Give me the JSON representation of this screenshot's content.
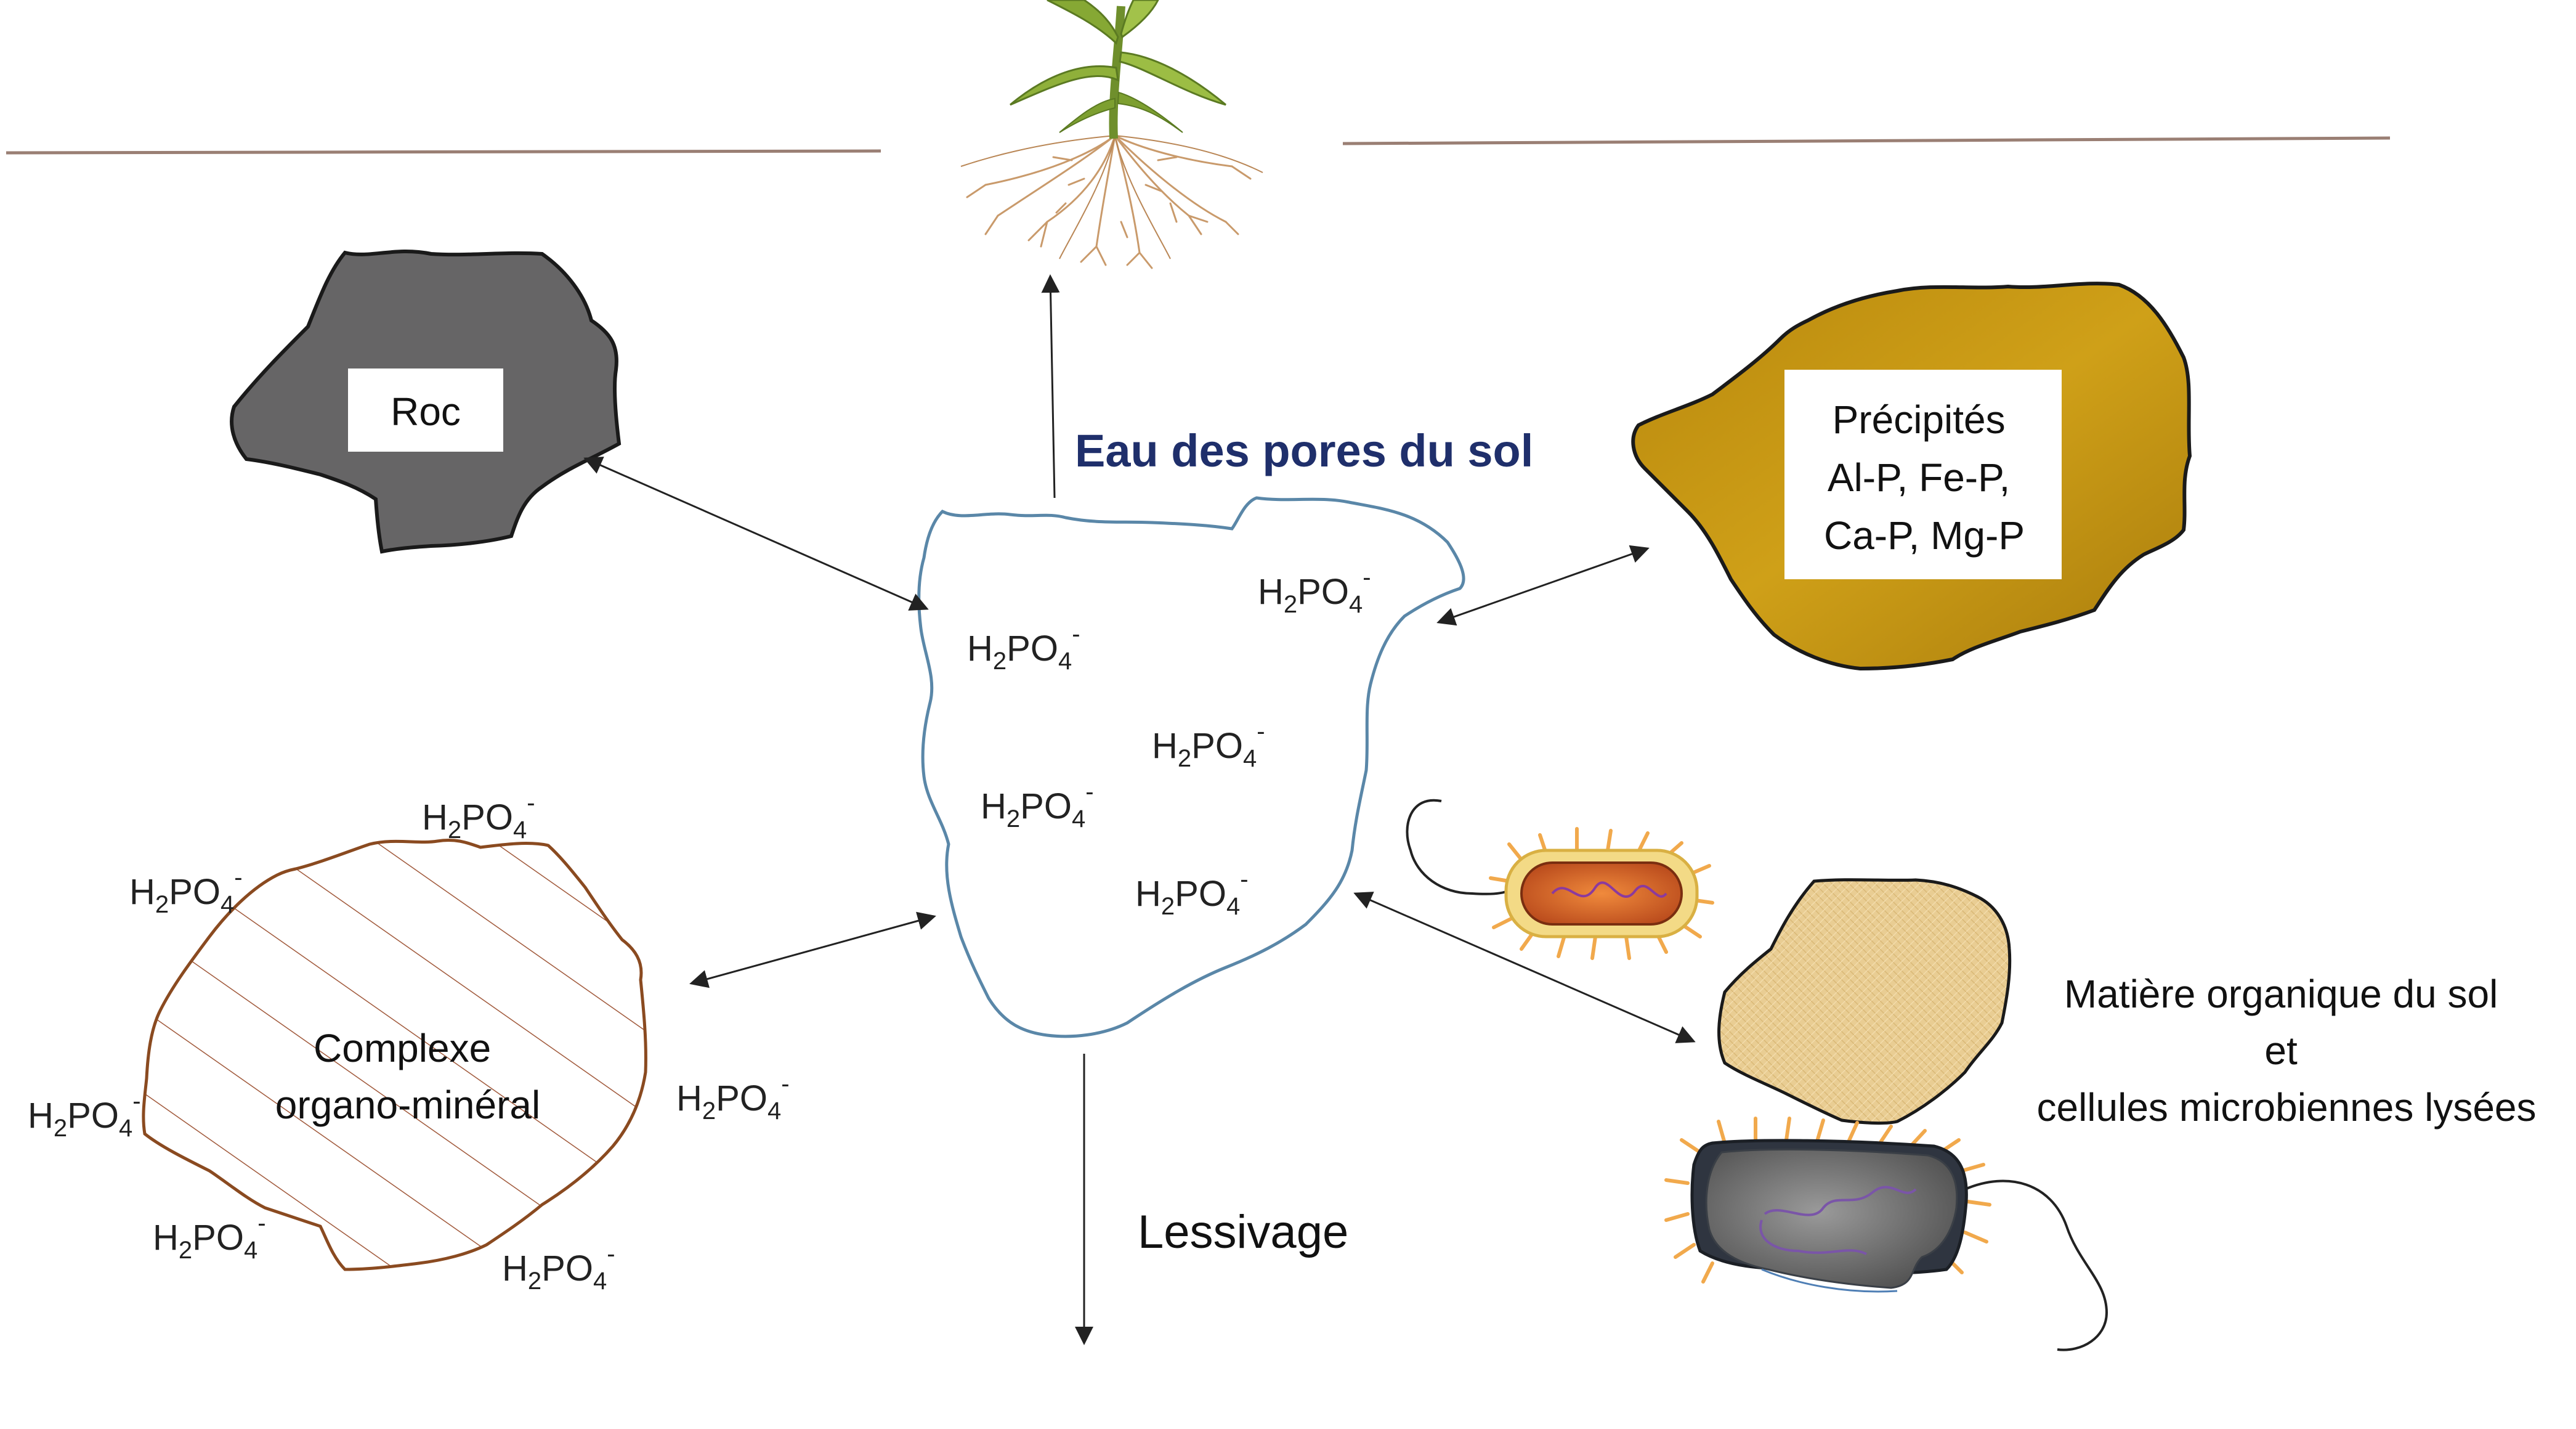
{
  "colors": {
    "pore_outline": "#5a87a8",
    "pore_title": "#1f2f6b",
    "rock_fill": "#666566",
    "precipitate_fill": "#c39513",
    "organic_matter_fill": "#e9cd93",
    "complex_outline": "#8a4a20",
    "ground_line": "#9a7f74",
    "arrow": "#222222"
  },
  "ground_surface": "soil-surface",
  "plant": {
    "icon": "maize-plant-with-roots-icon"
  },
  "pore_water": {
    "title": "Eau des pores du sol",
    "ions": [
      {
        "base": "H",
        "sub": "2",
        "mid": "PO",
        "sub2": "4",
        "sup": "-"
      },
      {
        "base": "H",
        "sub": "2",
        "mid": "PO",
        "sub2": "4",
        "sup": "-"
      },
      {
        "base": "H",
        "sub": "2",
        "mid": "PO",
        "sub2": "4",
        "sup": "-"
      },
      {
        "base": "H",
        "sub": "2",
        "mid": "PO",
        "sub2": "4",
        "sup": "-"
      },
      {
        "base": "H",
        "sub": "2",
        "mid": "PO",
        "sub2": "4",
        "sup": "-"
      }
    ]
  },
  "rock": {
    "label": "Roc"
  },
  "precipitates": {
    "lines": [
      "Précipités",
      "Al-P, Fe-P,",
      "Ca-P, Mg-P"
    ]
  },
  "organo_mineral": {
    "lines": [
      "Complexe",
      "organo-minéral"
    ],
    "ions": [
      {
        "base": "H",
        "sub": "2",
        "mid": "PO",
        "sub2": "4",
        "sup": "-"
      },
      {
        "base": "H",
        "sub": "2",
        "mid": "PO",
        "sub2": "4",
        "sup": "-"
      },
      {
        "base": "H",
        "sub": "2",
        "mid": "PO",
        "sub2": "4",
        "sup": "-"
      },
      {
        "base": "H",
        "sub": "2",
        "mid": "PO",
        "sub2": "4",
        "sup": "-"
      },
      {
        "base": "H",
        "sub": "2",
        "mid": "PO",
        "sub2": "4",
        "sup": "-"
      },
      {
        "base": "H",
        "sub": "2",
        "mid": "PO",
        "sub2": "4",
        "sup": "-"
      }
    ]
  },
  "organic_matter": {
    "lines": [
      "Matière organique du sol",
      "et",
      "cellules microbiennes lysées"
    ],
    "icons": [
      "living-bacterium-icon",
      "lysed-bacterium-icon"
    ]
  },
  "leaching": {
    "label": "Lessivage"
  }
}
